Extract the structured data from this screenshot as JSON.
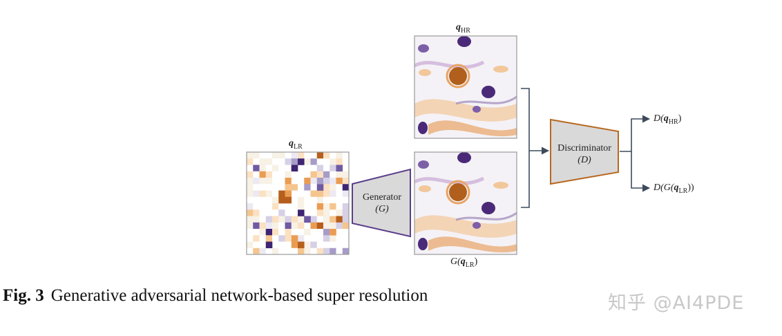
{
  "figure": {
    "q_lr_label": {
      "sym": "q",
      "sub": "LR"
    },
    "q_hr_label": {
      "sym": "q",
      "sub": "HR"
    },
    "g_label": {
      "pre": "G(",
      "sym": "q",
      "sub": "LR",
      "post": ")"
    },
    "generator": {
      "title": "Generator",
      "symbol": "(G)"
    },
    "discriminator": {
      "title": "Discriminator",
      "symbol": "(D)"
    },
    "output_hr": {
      "pre": "D(",
      "sym": "q",
      "sub": "HR",
      "post": ")"
    },
    "output_lr": {
      "pre": "D(G(",
      "sym": "q",
      "sub": "LR",
      "post": "))"
    },
    "colors": {
      "generator_border": "#5b3d8a",
      "discriminator_border": "#b8681f",
      "box_fill": "#d9d9d9",
      "arrow": "#3d4a5c"
    }
  },
  "caption": {
    "number": "Fig. 3",
    "text": "Generative adversarial network-based super resolution"
  },
  "watermark": "知乎 @AI4PDE"
}
